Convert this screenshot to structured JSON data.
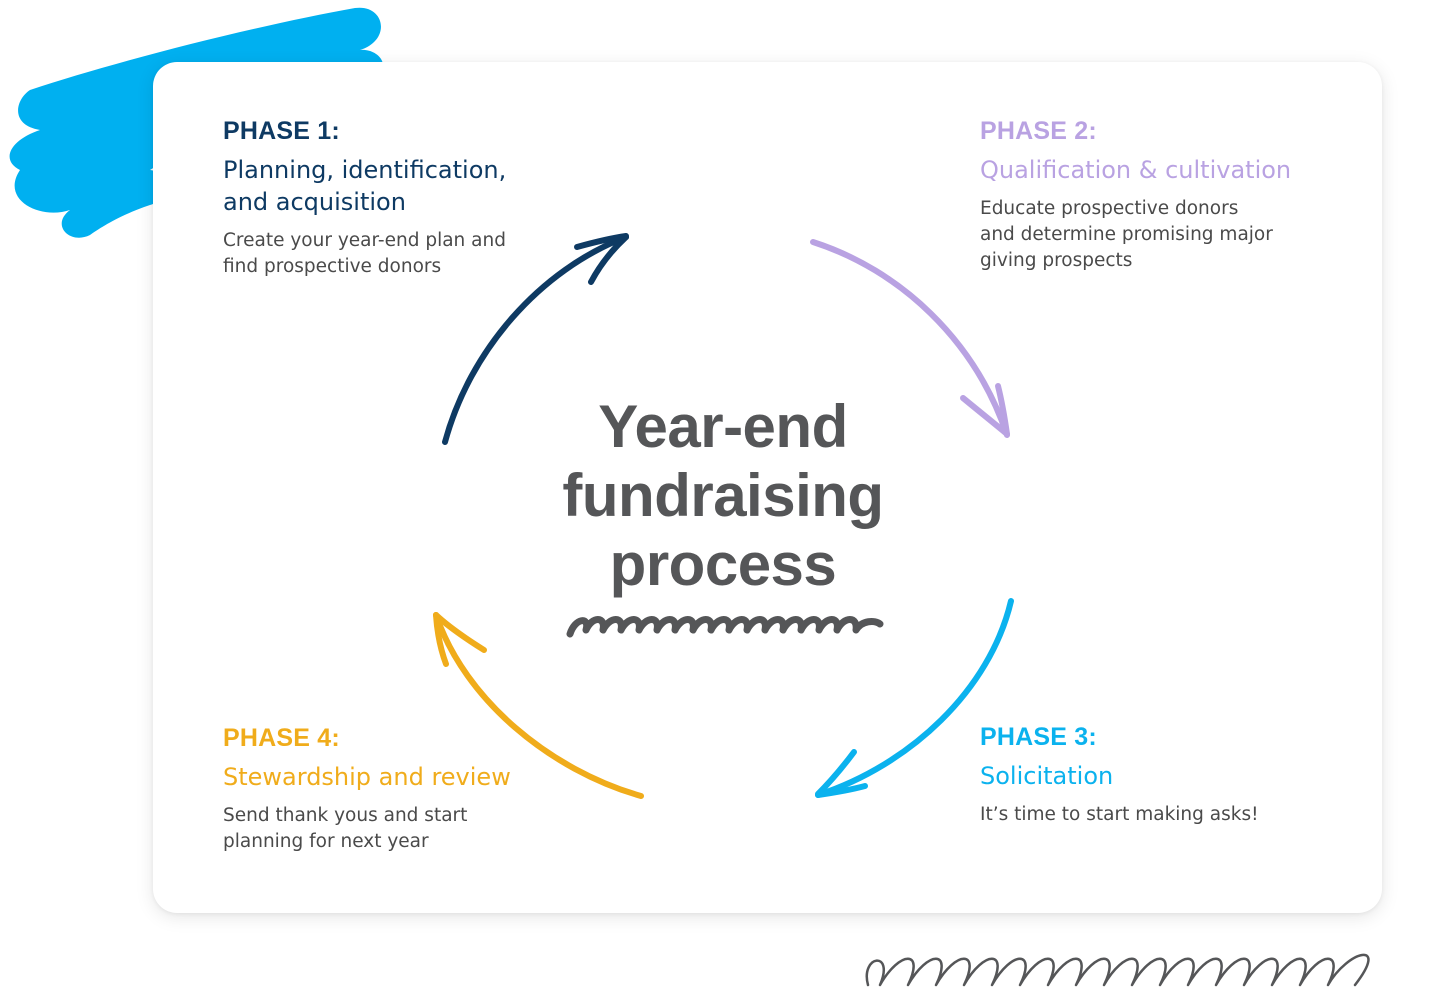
{
  "diagram": {
    "center": {
      "line1": "Year-end",
      "line2": "fundraising",
      "line3": "process"
    },
    "colors": {
      "phase1": "#0e3a63",
      "phase2": "#b9a2e2",
      "phase3": "#0bb2ee",
      "phase4": "#f0ac1b",
      "center_text": "#555658",
      "brush_accent": "#00b0f0",
      "squiggle": "#555658"
    },
    "phases": [
      {
        "label": "PHASE 1:",
        "title_line1": "Planning, identification,",
        "title_line2": "and acquisition",
        "desc_line1": "Create your year-end plan and",
        "desc_line2": "find prospective donors"
      },
      {
        "label": "PHASE 2:",
        "title_line1": "Qualification & cultivation",
        "desc_line1": "Educate prospective donors",
        "desc_line2": "and determine promising major",
        "desc_line3": "giving prospects"
      },
      {
        "label": "PHASE 3:",
        "title_line1": "Solicitation",
        "desc_line1": "It’s time to start making asks!"
      },
      {
        "label": "PHASE 4:",
        "title_line1": "Stewardship and review",
        "desc_line1": "Send thank yous and start",
        "desc_line2": "planning for next year"
      }
    ]
  }
}
